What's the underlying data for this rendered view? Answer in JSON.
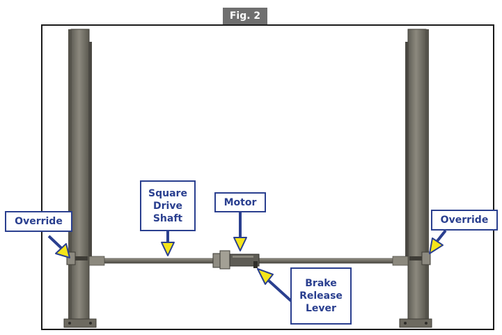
{
  "figure": {
    "tab_label": "Fig. 2"
  },
  "callouts": {
    "override_left": "Override",
    "override_right": "Override",
    "square_drive_shaft": [
      "Square",
      "Drive",
      "Shaft"
    ],
    "motor": "Motor",
    "brake_release_lever": [
      "Brake",
      "Release",
      "Lever"
    ]
  },
  "colors": {
    "callout_border": "#2a3f8f",
    "callout_text": "#2a3f8f",
    "arrow_fill": "#f5e51a",
    "arrow_stroke": "#2a3f8f",
    "metal": "#7a776c",
    "tab_bg": "#6f6f6f"
  }
}
